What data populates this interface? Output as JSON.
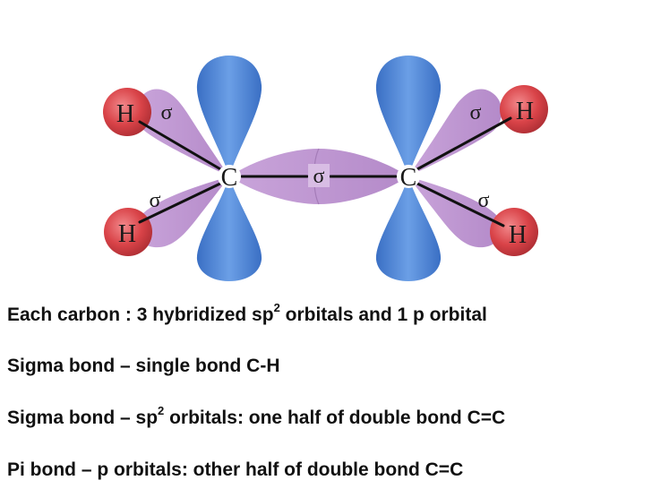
{
  "diagram": {
    "atoms": {
      "carbon_left": "C",
      "carbon_right": "C",
      "hydrogen_top_left": "H",
      "hydrogen_bottom_left": "H",
      "hydrogen_top_right": "H",
      "hydrogen_bottom_right": "H"
    },
    "sigma_labels": {
      "top_left": "σ",
      "bottom_left": "σ",
      "center": "σ",
      "top_right": "σ",
      "bottom_right": "σ"
    },
    "colors": {
      "p_orbital": "#4f86d6",
      "sp2_orbital": "#c49ad4",
      "hydrogen": "#d6454a"
    }
  },
  "text": {
    "line1": {
      "a": "Each carbon : 3 hybridized sp",
      "sup": "2",
      "b": " orbitals and 1 p orbital"
    },
    "line2": {
      "a": "Sigma bond – single bond C-H"
    },
    "line3": {
      "a": "Sigma bond – sp",
      "sup": "2",
      "b": " orbitals: one half of double bond C=C"
    },
    "line4": {
      "a": "Pi bond – p orbitals: other half of double bond C=C"
    }
  }
}
